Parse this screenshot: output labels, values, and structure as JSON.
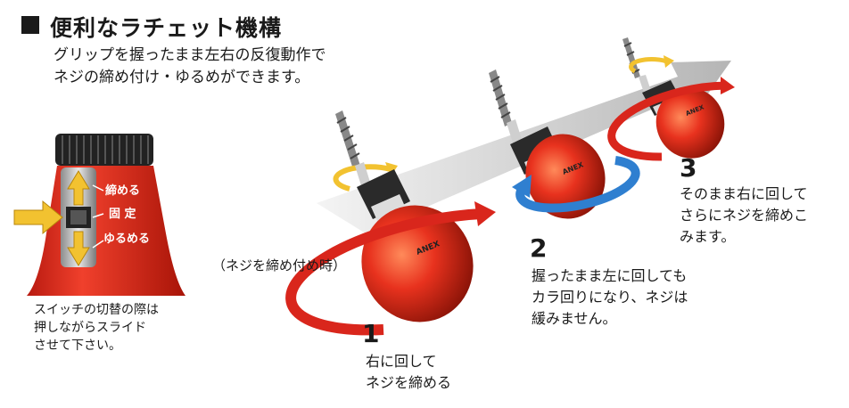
{
  "heading": {
    "title": "便利なラチェット機構",
    "intro_line1": "グリップを握ったまま左右の反復動作で",
    "intro_line2": "ネジの締め付け・ゆるめができます。"
  },
  "switch_diagram": {
    "label_tighten": "締める",
    "label_fixed": "固 定",
    "label_loosen": "ゆるめる",
    "caption_line1": "スイッチの切替の際は",
    "caption_line2": "押しながらスライド",
    "caption_line3": "させて下さい。"
  },
  "note": "（ネジを締め付め時）",
  "brand": "ANEX",
  "steps": [
    {
      "number": "1",
      "line1": "右に回して",
      "line2": "ネジを締める"
    },
    {
      "number": "2",
      "line1": "握ったまま左に回しても",
      "line2": "カラ回りになり、ネジは",
      "line3": "緩みません。"
    },
    {
      "number": "3",
      "line1": "そのまま右に回して",
      "line2": "さらにネジを締めこ",
      "line3": "みます。"
    }
  ],
  "colors": {
    "handle_red": "#e8321e",
    "arrow_red": "#d9261c",
    "arrow_blue": "#2f7fd0",
    "arrow_yellow": "#f2c230",
    "grey_arrow": "#c8c8c8"
  }
}
